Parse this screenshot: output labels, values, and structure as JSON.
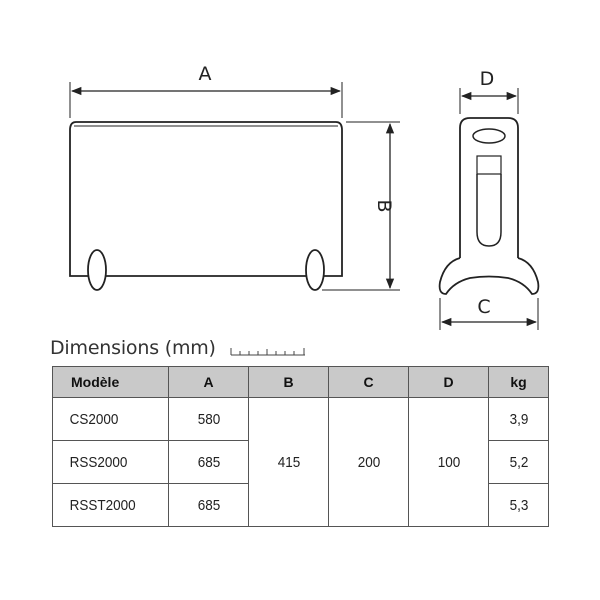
{
  "drawing": {
    "labels": {
      "a": "A",
      "b": "B",
      "c": "C",
      "d": "D"
    }
  },
  "title": "Dimensions (mm)",
  "table": {
    "headers": [
      "Modèle",
      "A",
      "B",
      "C",
      "D",
      "kg"
    ],
    "rows": [
      {
        "model": "CS2000",
        "a": "580",
        "kg": "3,9"
      },
      {
        "model": "RSS2000",
        "a": "685",
        "kg": "5,2"
      },
      {
        "model": "RSST2000",
        "a": "685",
        "kg": "5,3"
      }
    ],
    "shared": {
      "b": "415",
      "c": "200",
      "d": "100"
    }
  }
}
